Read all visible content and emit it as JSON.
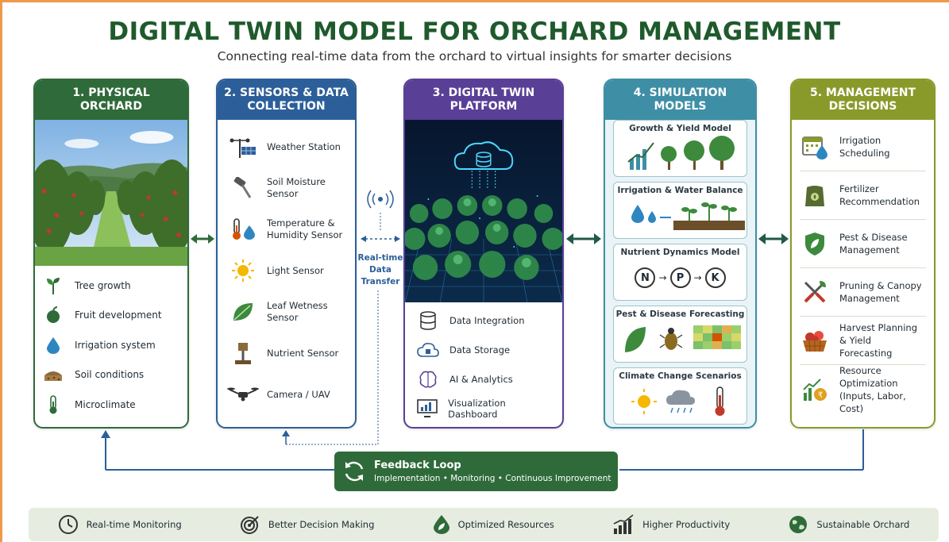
{
  "header": {
    "title": "DIGITAL TWIN MODEL FOR ORCHARD MANAGEMENT",
    "subtitle": "Connecting real-time data from the orchard to virtual insights for smarter decisions"
  },
  "panels": {
    "physical": {
      "title": "1. PHYSICAL ORCHARD",
      "items": [
        {
          "label": "Tree growth",
          "icon": "sprout-icon"
        },
        {
          "label": "Fruit development",
          "icon": "apple-icon"
        },
        {
          "label": "Irrigation system",
          "icon": "water-drop-icon"
        },
        {
          "label": "Soil conditions",
          "icon": "soil-icon"
        },
        {
          "label": "Microclimate",
          "icon": "thermometer-icon"
        }
      ]
    },
    "sensors": {
      "title": "2. SENSORS & DATA COLLECTION",
      "items": [
        {
          "label": "Weather Station",
          "icon": "weather-station-icon"
        },
        {
          "label": "Soil Moisture Sensor",
          "icon": "soil-probe-icon"
        },
        {
          "label": "Temperature & Humidity Sensor",
          "icon": "thermometer-drop-icon"
        },
        {
          "label": "Light Sensor",
          "icon": "sun-icon"
        },
        {
          "label": "Leaf Wetness Sensor",
          "icon": "leaf-icon"
        },
        {
          "label": "Nutrient Sensor",
          "icon": "nutrient-probe-icon"
        },
        {
          "label": "Camera / UAV",
          "icon": "drone-icon"
        }
      ]
    },
    "platform": {
      "title": "3. DIGITAL TWIN PLATFORM",
      "items": [
        {
          "label": "Data Integration",
          "icon": "database-icon"
        },
        {
          "label": "Data Storage",
          "icon": "cloud-icon"
        },
        {
          "label": "AI & Analytics",
          "icon": "brain-icon"
        },
        {
          "label": "Visualization Dashboard",
          "icon": "monitor-chart-icon"
        }
      ]
    },
    "simulation": {
      "title": "4. SIMULATION MODELS",
      "models": [
        {
          "label": "Growth & Yield Model"
        },
        {
          "label": "Irrigation & Water Balance"
        },
        {
          "label": "Nutrient Dynamics Model",
          "nutrients": [
            "N",
            "P",
            "K"
          ]
        },
        {
          "label": "Pest & Disease Forecasting"
        },
        {
          "label": "Climate Change Scenarios"
        }
      ]
    },
    "decisions": {
      "title": "5. MANAGEMENT DECISIONS",
      "items": [
        {
          "label": "Irrigation Scheduling",
          "icon": "calendar-drop-icon"
        },
        {
          "label": "Fertilizer Recommendation",
          "icon": "fertilizer-bag-icon"
        },
        {
          "label": "Pest & Disease Management",
          "icon": "shield-leaf-icon"
        },
        {
          "label": "Pruning & Canopy Management",
          "icon": "pruning-shears-icon"
        },
        {
          "label": "Harvest Planning & Yield Forecasting",
          "icon": "fruit-basket-icon"
        },
        {
          "label": "Resource Optimization (Inputs, Labor, Cost)",
          "icon": "growth-coin-icon"
        }
      ]
    }
  },
  "transfer": {
    "label": "Real-time Data Transfer"
  },
  "feedback": {
    "title": "Feedback Loop",
    "subtitle": "Implementation • Monitoring • Continuous Improvement"
  },
  "benefits": [
    {
      "label": "Real-time Monitoring",
      "icon": "clock-icon"
    },
    {
      "label": "Better Decision Making",
      "icon": "target-icon"
    },
    {
      "label": "Optimized Resources",
      "icon": "resource-icon"
    },
    {
      "label": "Higher Productivity",
      "icon": "bar-growth-icon"
    },
    {
      "label": "Sustainable Orchard",
      "icon": "globe-icon"
    }
  ],
  "colors": {
    "physical": "#2f6b3a",
    "sensors": "#2c5f99",
    "platform": "#5a3f96",
    "simulation": "#3e8fa6",
    "decisions": "#8a9a2a",
    "title": "#1f5a2c",
    "frame": "#ef9a4a"
  }
}
